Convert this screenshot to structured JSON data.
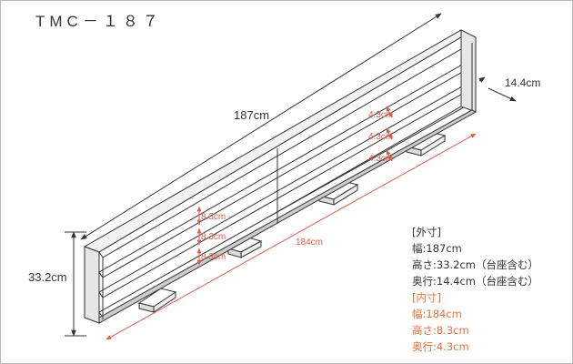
{
  "title": "TMC－１８７",
  "labels": {
    "width_outer": "187cm",
    "depth_outer": "14.4cm",
    "height_outer": "33.2cm",
    "width_inner": "184cm",
    "height_inner": "8.3cm",
    "depth_inner": "4.3cm"
  },
  "specs": {
    "outer_header": "[外寸]",
    "outer_width": "幅:187cm",
    "outer_height": "高さ:33.2cm（台座含む）",
    "outer_depth": "奥行:14.4cm（台座含む）",
    "inner_header": "[内寸]",
    "inner_width": "幅:184cm",
    "inner_height": "高さ:8.3cm",
    "inner_depth": "奥行:4.3cm"
  },
  "colors": {
    "inner_dimension": "#e05a4a",
    "outline": "#333333"
  }
}
